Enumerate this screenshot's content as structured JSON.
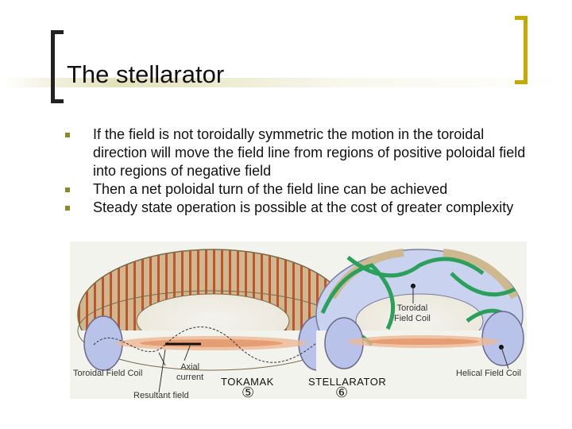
{
  "slide": {
    "title": "The stellarator",
    "bullets": [
      "If the field is not toroidally symmetric the motion in the toroidal direction will move the field line from regions of positive poloidal field into regions of negative field",
      "Then a net poloidal turn of the field line can be achieved",
      "Steady state operation is possible at the cost of greater complexity"
    ]
  },
  "figure": {
    "labels": {
      "toroidal_field_coil_right_line1": "Toroidal",
      "toroidal_field_coil_right_line2": "Field Coil",
      "toroidal_field_coil_left": "Toroidal Field Coil",
      "axial_current_line1": "Axial",
      "axial_current_line2": "current",
      "resultant_field": "Resultant field",
      "tokamak": "TOKAMAK",
      "stellarator": "STELLARATOR",
      "helical_field_coil": "Helical Field Coil",
      "tokamak_number": "⑤",
      "stellarator_number": "⑥"
    }
  },
  "colors": {
    "accent_bracket": "#c8a800",
    "bullet_marker": "#8a8a2a",
    "coil_tan": "#c9b48a",
    "coil_stripe": "#c0502a",
    "helical_green": "#2aa05a",
    "plasma_blue": "#a8b8e8",
    "plasma_orange": "#e8a070"
  }
}
